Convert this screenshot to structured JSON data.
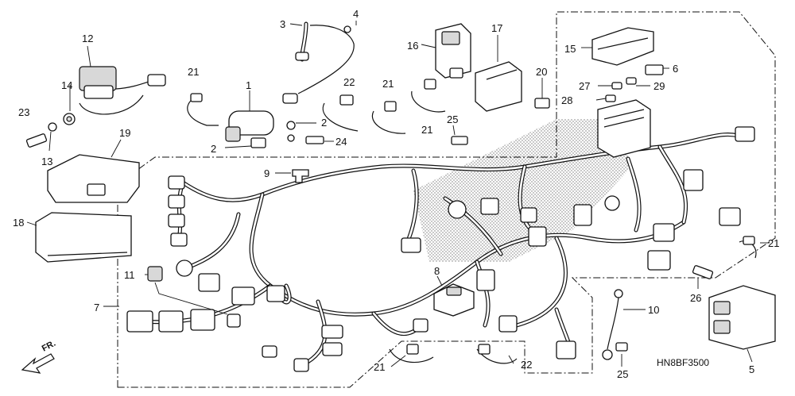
{
  "diagram_code": "HN8BF3500",
  "front_arrow_label": "FR.",
  "callouts": {
    "c1": "1",
    "c2a": "2",
    "c2b": "2",
    "c3": "3",
    "c4": "4",
    "c5": "5",
    "c6": "6",
    "c7": "7",
    "c8": "8",
    "c9": "9",
    "c10": "10",
    "c11": "11",
    "c12": "12",
    "c13": "13",
    "c14": "14",
    "c15": "15",
    "c16": "16",
    "c17": "17",
    "c18": "18",
    "c19": "19",
    "c20": "20",
    "c21a": "21",
    "c21b": "21",
    "c21c": "21",
    "c21d": "21",
    "c22a": "22",
    "c22b": "22",
    "c23": "23",
    "c24": "24",
    "c25a": "25",
    "c25b": "25",
    "c26": "26",
    "c27": "27",
    "c28": "28",
    "c29": "29"
  }
}
